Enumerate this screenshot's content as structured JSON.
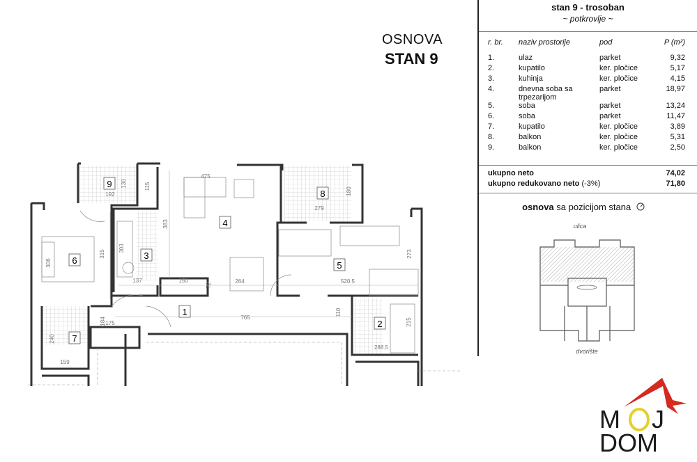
{
  "heading": {
    "line1": "OSNOVA",
    "line2": "STAN 9"
  },
  "plan": {
    "rooms": [
      {
        "id": "9",
        "name": "balkon"
      },
      {
        "id": "6",
        "name": "soba"
      },
      {
        "id": "3",
        "name": "kuhinja"
      },
      {
        "id": "4",
        "name": "dnevna soba sa trpezarijom"
      },
      {
        "id": "8",
        "name": "balkon"
      },
      {
        "id": "5",
        "name": "soba"
      },
      {
        "id": "1",
        "name": "ulaz"
      },
      {
        "id": "2",
        "name": "kupatilo"
      },
      {
        "id": "7",
        "name": "kupatilo"
      }
    ],
    "dimensions": [
      "192",
      "130",
      "115",
      "475",
      "383",
      "315",
      "303",
      "306",
      "137",
      "150",
      "72",
      "264",
      "765",
      "175",
      "184",
      "159",
      "240",
      "279",
      "180",
      "520.5",
      "273",
      "110",
      "215",
      "288.5"
    ]
  },
  "panel": {
    "title": "stan 9 - trosoban",
    "subtitle": "~ potkrovlje ~",
    "columns": [
      "r. br.",
      "naziv prostorije",
      "pod",
      "P (m²)"
    ],
    "rows": [
      [
        "1.",
        "ulaz",
        "parket",
        "9,32"
      ],
      [
        "2.",
        "kupatilo",
        "ker. pločice",
        "5,17"
      ],
      [
        "3.",
        "kuhinja",
        "ker. pločice",
        "4,15"
      ],
      [
        "4.",
        "dnevna soba sa trpezarijom",
        "parket",
        "18,97"
      ],
      [
        "5.",
        "soba",
        "parket",
        "13,24"
      ],
      [
        "6.",
        "soba",
        "parket",
        "11,47"
      ],
      [
        "7.",
        "kupatilo",
        "ker. pločice",
        "3,89"
      ],
      [
        "8.",
        "balkon",
        "ker. pločice",
        "5,31"
      ],
      [
        "9.",
        "balkon",
        "ker. pločice",
        "2,50"
      ]
    ],
    "total_net_label": "ukupno neto",
    "total_net_value": "74,02",
    "total_reduced_label": "ukupno redukovano neto",
    "total_reduced_note": "(-3%)",
    "total_reduced_value": "71,80"
  },
  "position": {
    "title_bold": "osnova",
    "title_rest": "sa pozicijom stana",
    "icon": "compass-icon",
    "top_label": "ulica",
    "bottom_label": "dvorište"
  },
  "logo": {
    "line1": "MOJ",
    "line2": "DOM",
    "accent": "#d42a1f",
    "ring": "#e6cf2a"
  }
}
